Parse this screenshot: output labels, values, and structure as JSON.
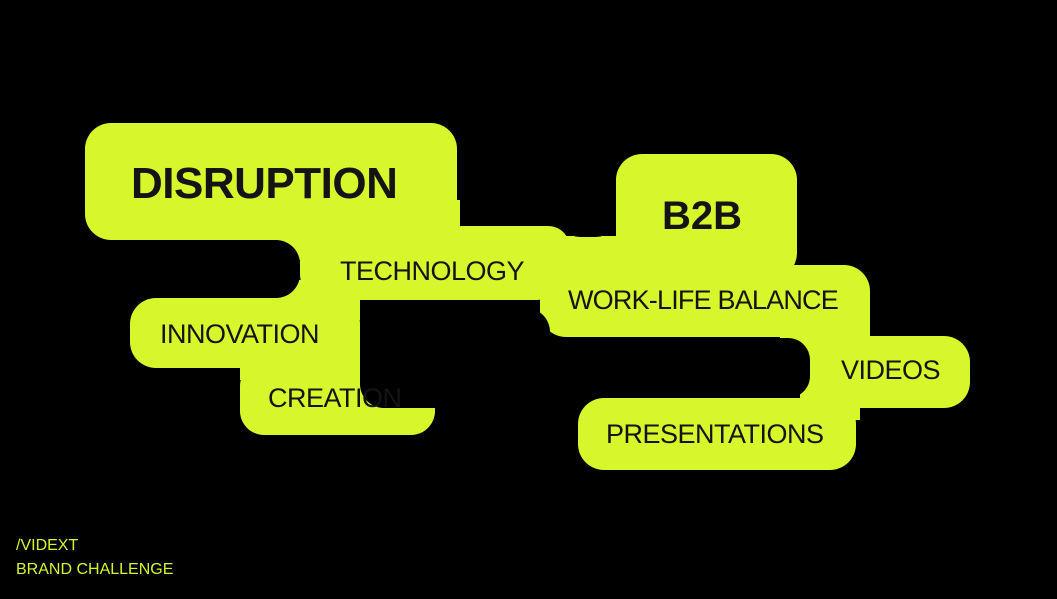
{
  "colors": {
    "background": "#000000",
    "accent": "#D7F62C",
    "text_on_accent": "#141414"
  },
  "words": {
    "disruption": "DISRUPTION",
    "b2b": "B2B",
    "technology": "TECHNOLOGY",
    "work_life_balance": "WORK-LIFE BALANCE",
    "innovation": "INNOVATION",
    "creation": "CREATION",
    "videos": "VIDEOS",
    "presentations": "PRESENTATIONS"
  },
  "footer": {
    "brand": "/VIDEXT",
    "subtitle": "BRAND CHALLENGE"
  }
}
